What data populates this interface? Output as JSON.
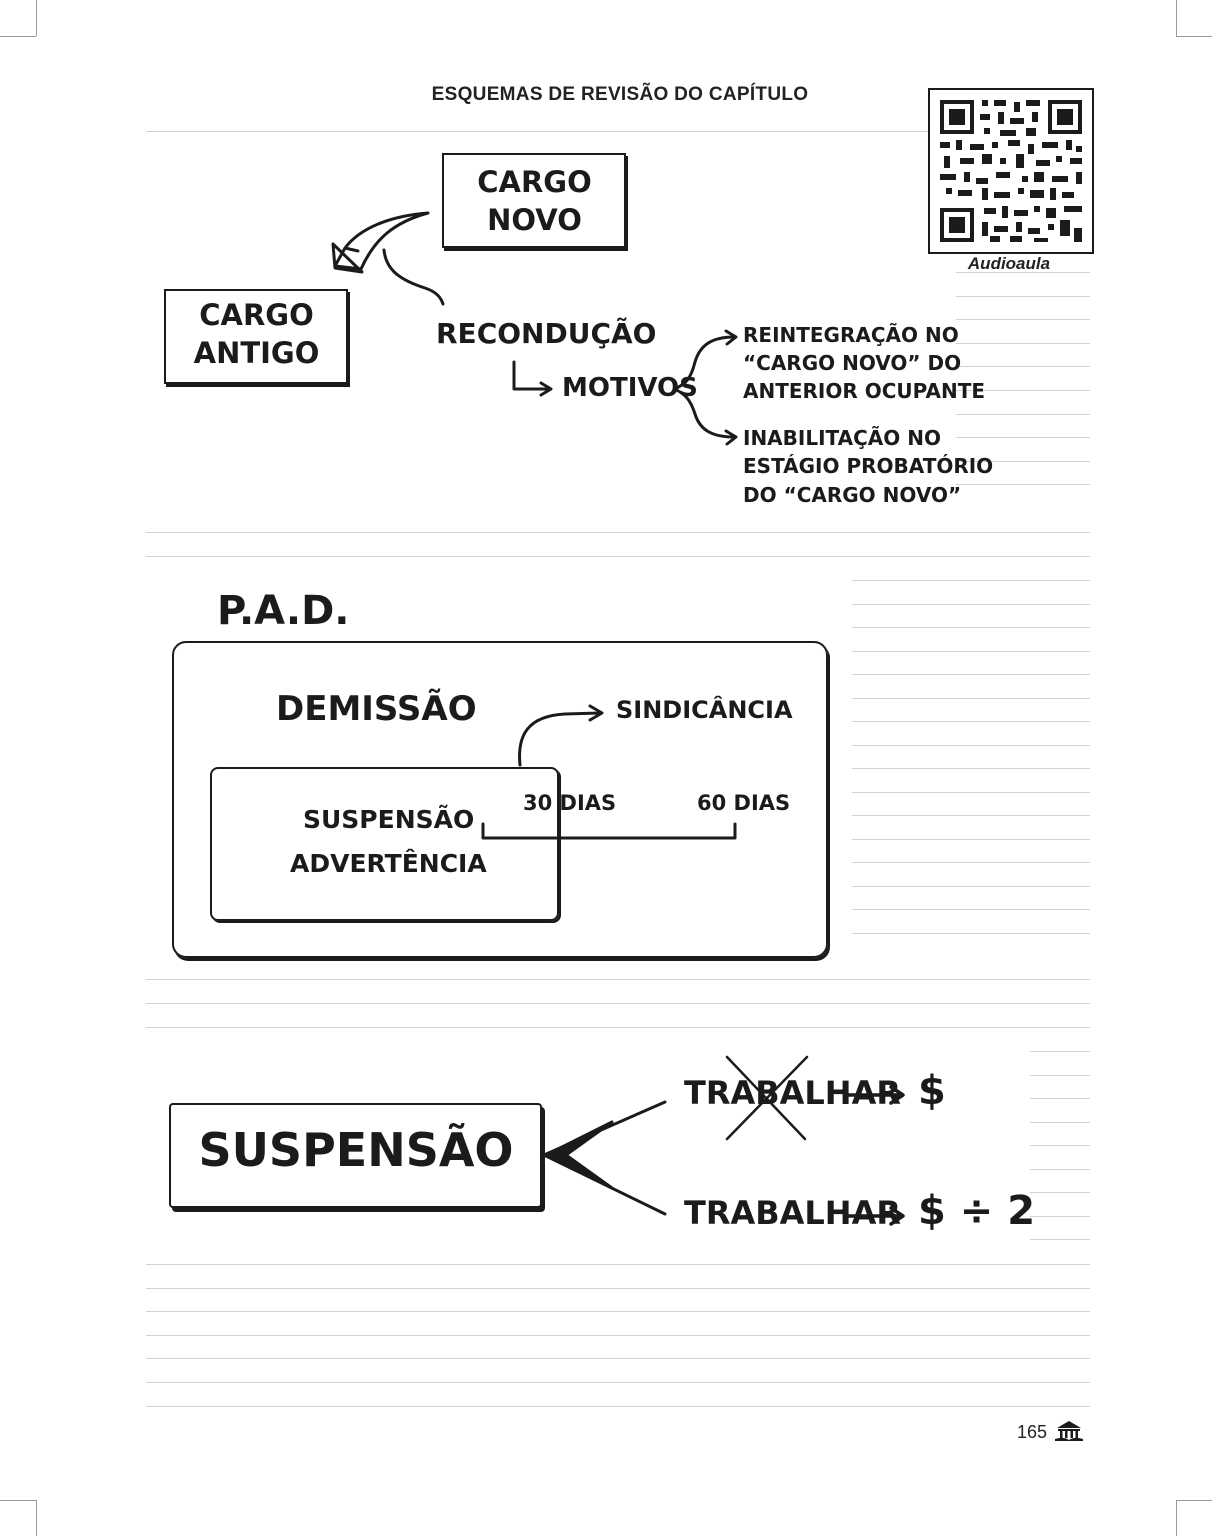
{
  "header": {
    "title": "ESQUEMAS DE REVISÃO DO CAPÍTULO"
  },
  "qr": {
    "caption": "Audioaula"
  },
  "reconducao": {
    "cargo_novo": [
      "CARGO",
      "NOVO"
    ],
    "cargo_antigo": [
      "CARGO",
      "ANTIGO"
    ],
    "reconducao": "RECONDUÇÃO",
    "motivos": "MOTIVOS",
    "motivo_1": [
      "REINTEGRAÇÃO NO",
      "“CARGO NOVO” DO",
      "ANTERIOR OCUPANTE"
    ],
    "motivo_2": [
      "INABILITAÇÃO NO",
      "ESTÁGIO PROBATÓRIO",
      "DO “CARGO NOVO”"
    ]
  },
  "pad": {
    "title": "P.A.D.",
    "demissao": "DEMISSÃO",
    "sindicancia": "SINDICÂNCIA",
    "suspensao": "SUSPENSÃO",
    "advertencia": "ADVERTÊNCIA",
    "dias_30": "30 DIAS",
    "dias_60": "60 DIAS"
  },
  "suspensao": {
    "label": "SUSPENSÃO",
    "option_1": {
      "word": "TRABALHAR",
      "result": "$",
      "crossed": true
    },
    "option_2": {
      "word": "TRABALHAR",
      "result": "$ ÷ 2",
      "crossed": false
    }
  },
  "footer": {
    "page_number": "165"
  },
  "colors": {
    "ink": "#1b1b1b",
    "rule": "#d2d2d2"
  }
}
